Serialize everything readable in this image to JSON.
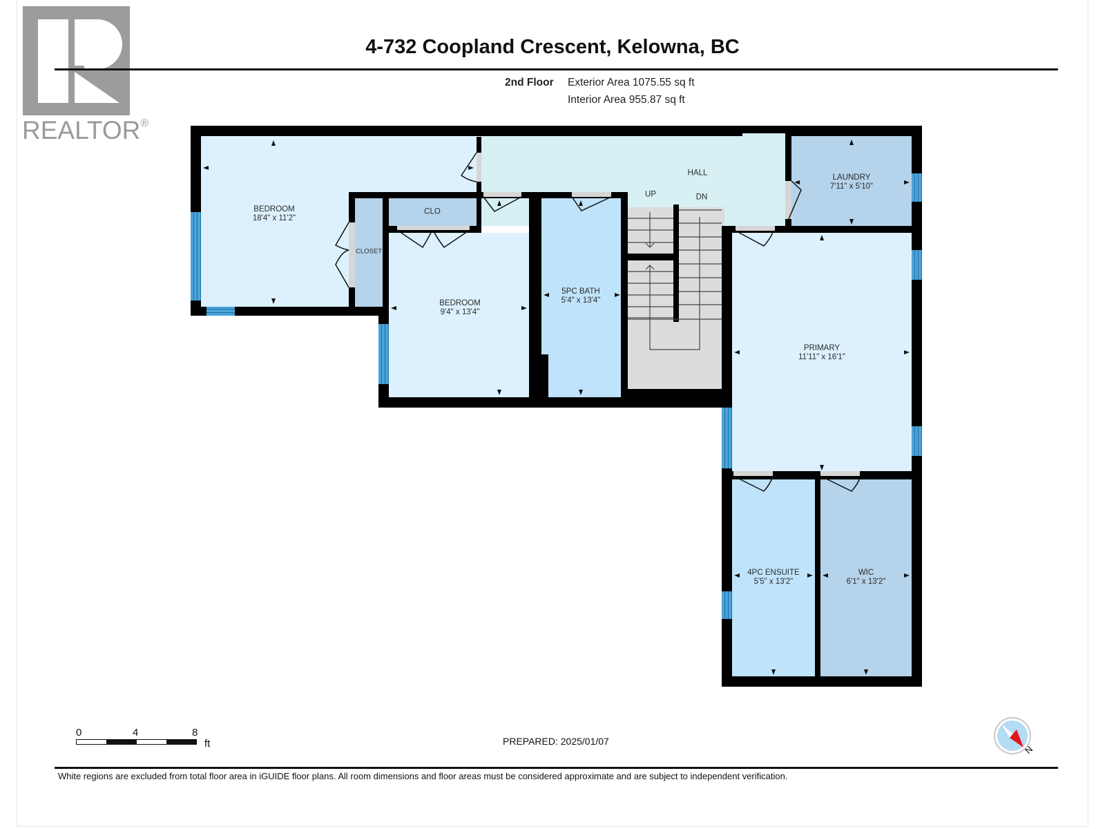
{
  "header": {
    "logo_text": "REALTOR",
    "logo_reg": "®",
    "title": "4-732 Coopland Crescent, Kelowna, BC"
  },
  "floor": {
    "name": "2nd Floor",
    "exterior_area": "Exterior Area 1075.55 sq ft",
    "interior_area": "Interior Area 955.87 sq ft"
  },
  "rooms": {
    "bedroom1": {
      "name": "BEDROOM",
      "dims": "18'4\" x 11'2\""
    },
    "closet": {
      "name": "CLOSET"
    },
    "clo": {
      "name": "CLO"
    },
    "bedroom2": {
      "name": "BEDROOM",
      "dims": "9'4\" x 13'4\""
    },
    "bath5pc": {
      "name": "5PC BATH",
      "dims": "5'4\" x 13'4\""
    },
    "hall": {
      "name": "HALL"
    },
    "laundry": {
      "name": "LAUNDRY",
      "dims": "7'11\" x 5'10\""
    },
    "primary": {
      "name": "PRIMARY",
      "dims": "11'11\" x 16'1\""
    },
    "ensuite4pc": {
      "name": "4PC ENSUITE",
      "dims": "5'5\" x 13'2\""
    },
    "wic": {
      "name": "WIC",
      "dims": "6'1\" x 13'2\""
    }
  },
  "stairs": {
    "up_label": "UP",
    "down_label": "DN"
  },
  "scale_bar": {
    "ticks": [
      "0",
      "4",
      "8"
    ],
    "unit": "ft"
  },
  "prepared": "PREPARED: 2025/01/07",
  "compass": {
    "north_label": "N"
  },
  "footer": {
    "disclaimer": "White regions are excluded from total floor area in iGUIDE floor plans. All room dimensions and floor areas must be considered approximate and are subject to independent verification."
  },
  "colors": {
    "wall": "#000000",
    "window": "#4aa3d8",
    "room_light": "#dcf1fd",
    "room_mid": "#bfe3fb",
    "room_dark": "#b5d3ea",
    "hall": "#d6f0f3",
    "stairs": "#dcdcdc",
    "compass_needle": "#e8141b"
  }
}
